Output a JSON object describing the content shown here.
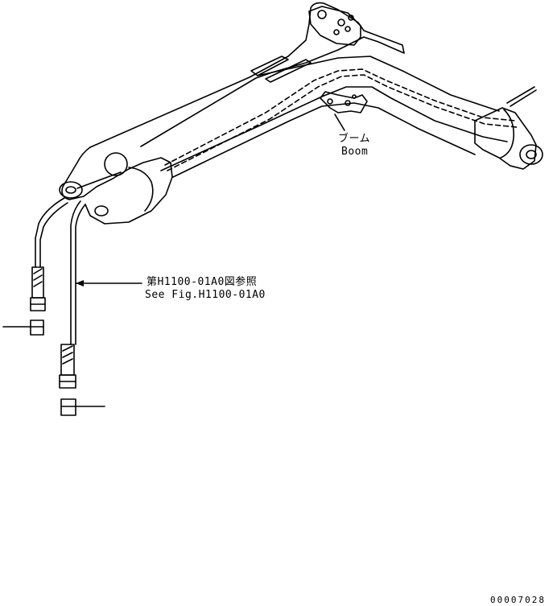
{
  "labels": {
    "boom_jp": "ブーム",
    "boom_en": "Boom",
    "ref_jp": "第H1100-01A0図参照",
    "ref_en": "See Fig.H1100-01A0",
    "figure_id": "00007028"
  },
  "colors": {
    "line": "#000000",
    "background": "#ffffff"
  }
}
